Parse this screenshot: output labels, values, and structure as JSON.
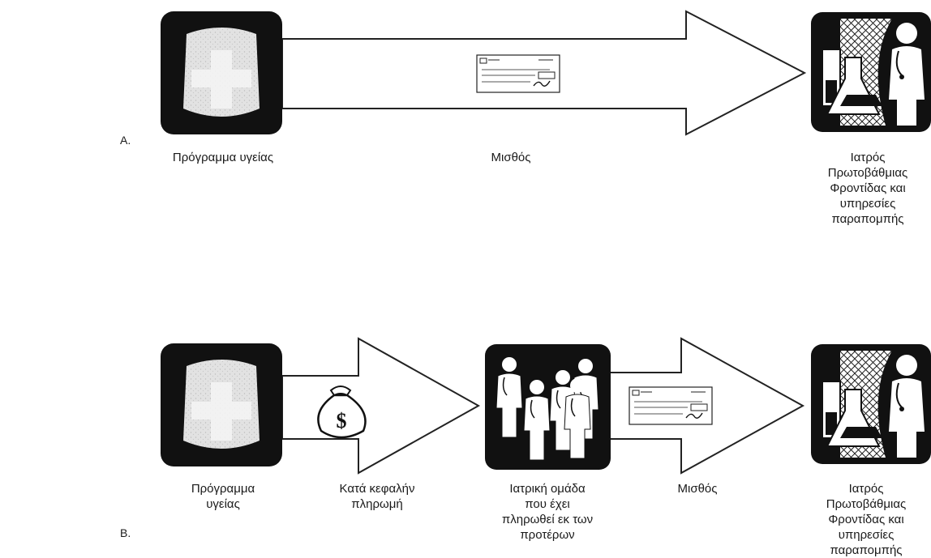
{
  "rows": {
    "a": {
      "letter": "A.",
      "plan_label": "Πρόγραμμα υγείας",
      "salary_label": "Μισθός",
      "doctor_label": "Ιατρός\nΠρωτοβάθμιας\nΦροντίδας και\nυπηρεσίες\nπαραπομπής"
    },
    "b": {
      "letter": "B.",
      "plan_label": "Πρόγραμμα\nυγείας",
      "capitation_label": "Κατά κεφαλήν\nπληρωμή",
      "group_label": "Ιατρική ομάδα\nπου έχει\nπληρωθεί εκ των\nπροτέρων",
      "salary_label": "Μισθός",
      "doctor_label": "Ιατρός\nΠρωτοβάθμιας\nΦροντίδας και\nυπηρεσίες\nπαραπομπής",
      "money_bag_symbol": "$"
    }
  },
  "colors": {
    "ink": "#111111",
    "shield": "#dcdcdc",
    "paper": "#ffffff"
  }
}
